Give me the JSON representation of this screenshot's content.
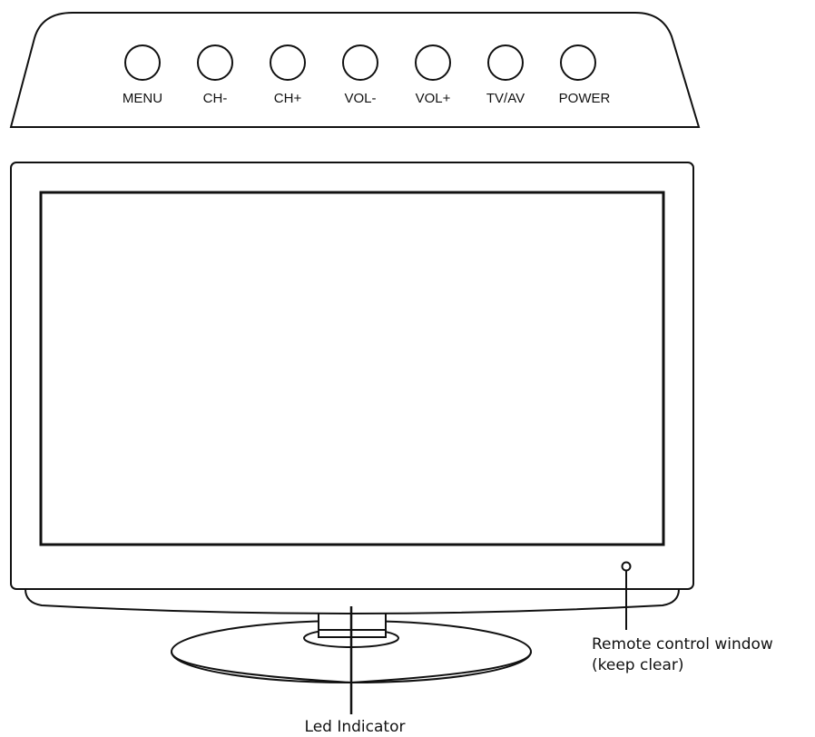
{
  "colors": {
    "line": "#111111",
    "background": "#ffffff"
  },
  "control_panel": {
    "buttons": [
      {
        "label": "MENU"
      },
      {
        "label": "CH-"
      },
      {
        "label": "CH+"
      },
      {
        "label": "VOL-"
      },
      {
        "label": "VOL+"
      },
      {
        "label": "TV/AV"
      },
      {
        "label": "POWER"
      }
    ]
  },
  "callouts": {
    "remote_window_line1": "Remote control window",
    "remote_window_line2": "(keep clear)",
    "led_indicator": "Led Indicator"
  }
}
